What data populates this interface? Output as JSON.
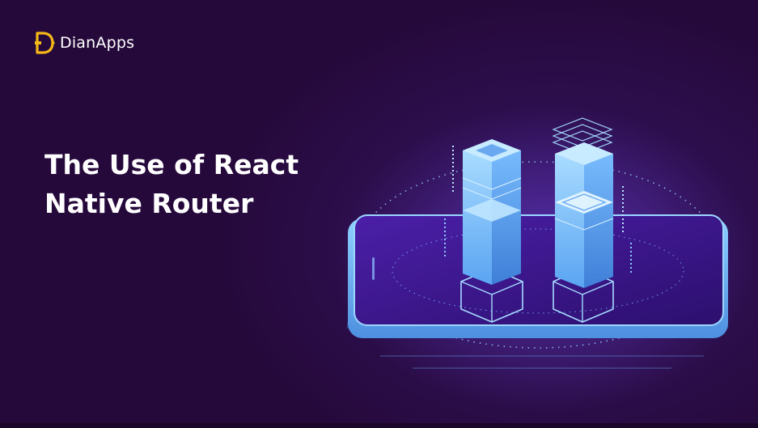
{
  "brand": {
    "name": "DianApps",
    "accent_color": "#f5b816",
    "logo_icon": "dianapps-logo-icon"
  },
  "headline": {
    "line1": "The Use of React",
    "line2": "Native Router"
  },
  "illustration": {
    "name": "isometric-servers-on-phone",
    "primary_color": "#6ab8ff",
    "background_color": "#2a0d3f"
  }
}
